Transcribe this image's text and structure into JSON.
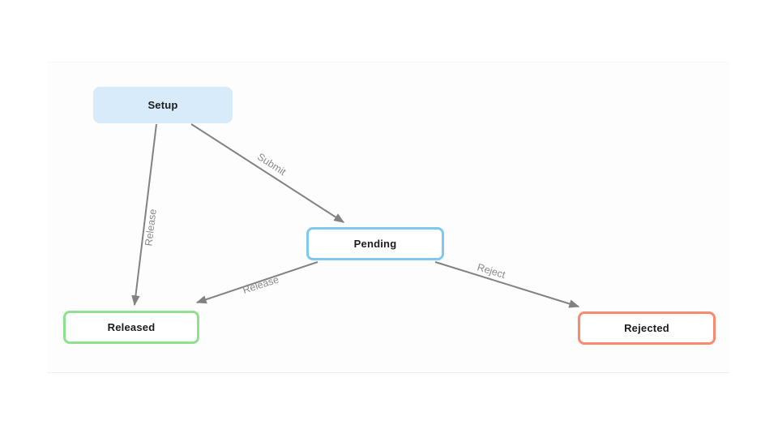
{
  "diagram": {
    "title": "workflow-state-diagram",
    "nodes": [
      {
        "id": "setup",
        "label": "Setup",
        "fill": "#d7ebfa",
        "border": "#d7ebfa",
        "text_color": "#1c1c1c"
      },
      {
        "id": "pending",
        "label": "Pending",
        "fill": "#ffffff",
        "border": "#7ec8f1",
        "text_color": "#1c1c1c"
      },
      {
        "id": "released",
        "label": "Released",
        "fill": "#ffffff",
        "border": "#90e090",
        "text_color": "#1c1c1c"
      },
      {
        "id": "rejected",
        "label": "Rejected",
        "fill": "#ffffff",
        "border": "#f78b70",
        "text_color": "#1c1c1c"
      }
    ],
    "edges": [
      {
        "from": "Setup",
        "to": "Pending",
        "label": "Submit"
      },
      {
        "from": "Setup",
        "to": "Released",
        "label": "Release"
      },
      {
        "from": "Pending",
        "to": "Released",
        "label": "Release"
      },
      {
        "from": "Pending",
        "to": "Rejected",
        "label": "Reject"
      }
    ],
    "colors": {
      "edge_line": "#828282",
      "edge_label": "#8a8a8a",
      "canvas_background": "#fdfdfd",
      "separator_line": "#efefef"
    }
  }
}
